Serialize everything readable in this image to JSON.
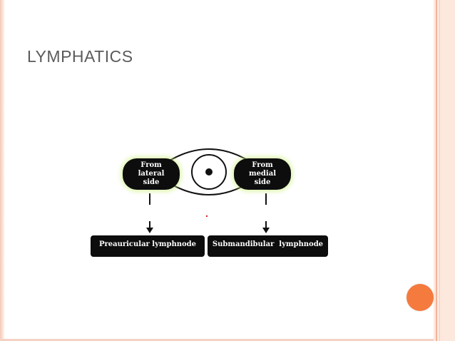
{
  "slide": {
    "title": "LYMPHATICS",
    "accent_color": "#f47a3e"
  },
  "diagram": {
    "sources": [
      {
        "label": "From lateral side"
      },
      {
        "label": "From medial side"
      }
    ],
    "targets": [
      {
        "label": "Preauricular lymphnode"
      },
      {
        "label": "Submandibular  lymphnode"
      }
    ],
    "edges": [
      {
        "from": "From lateral side",
        "to": "Preauricular lymphnode"
      },
      {
        "from": "From medial side",
        "to": "Submandibular  lymphnode"
      }
    ]
  }
}
